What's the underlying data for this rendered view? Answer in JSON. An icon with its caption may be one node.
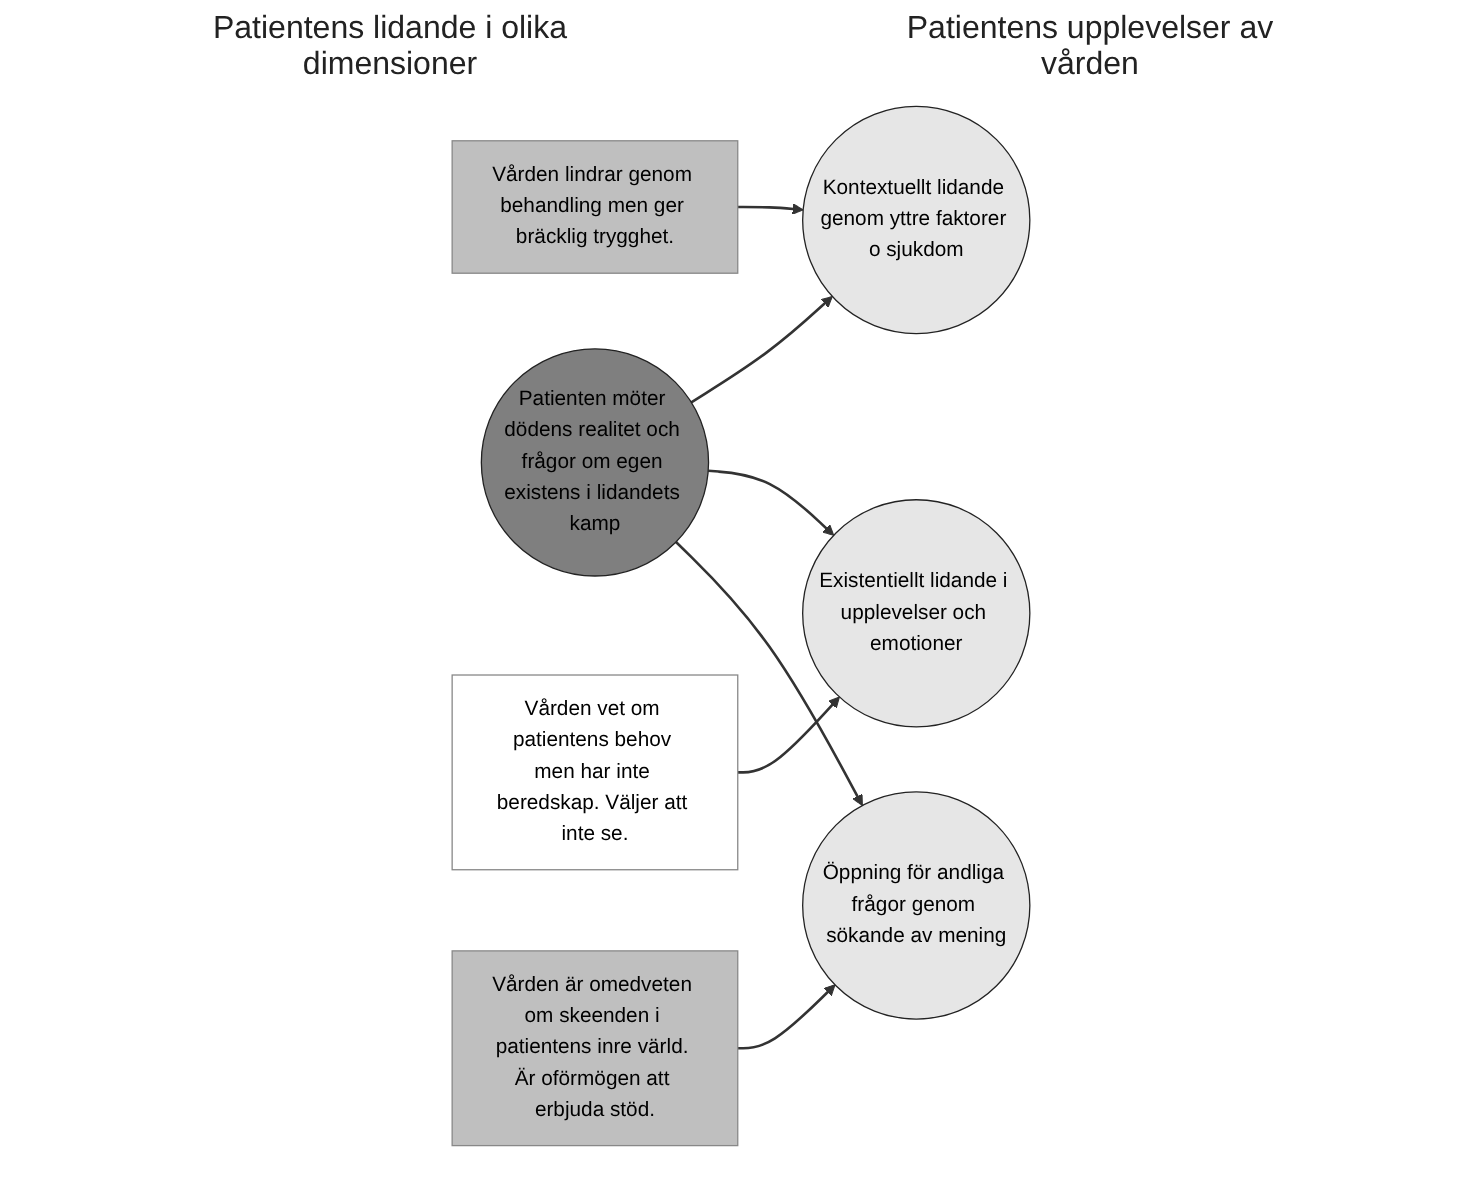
{
  "diagram": {
    "nodes": [
      {
        "text": [
          "Patienten möter dödens realitet och frågor om egen existens i lidandets kamp"
        ]
      },
      {
        "text": [
          "Kontextuellt lidande genom yttre faktorer o sjukdom"
        ]
      },
      {
        "text": [
          "Existentiellt lidande i upplevelser och emotioner"
        ]
      },
      {
        "text": [
          "Öppning för andliga frågor genom sökande av mening"
        ]
      },
      {
        "text": [
          "Vården lindrar genom behandling men ger bräcklig trygghet."
        ]
      },
      {
        "text": [
          "Vården vet om patientens behov men har inte beredskap. Väljer att inte se."
        ]
      },
      {
        "text": [
          "Vården är omedveten om skeenden i patientens inre värld. Är oförmögen att erbjuda stöd."
        ]
      }
    ],
    "edges": [
      {
        "from": 0,
        "to": 1,
        "arrow": "to"
      },
      {
        "from": 0,
        "to": 2,
        "arrow": "to"
      },
      {
        "from": 0,
        "to": 3,
        "arrow": "to"
      },
      {
        "from": 4,
        "to": 1,
        "arrow": "to"
      },
      {
        "from": 5,
        "to": 2,
        "arrow": "to"
      },
      {
        "from": 6,
        "to": 3,
        "arrow": "to"
      }
    ],
    "labels": [
      "Patientens lidande i olika dimensioner",
      "Patientens upplevelser av vården"
    ]
  }
}
